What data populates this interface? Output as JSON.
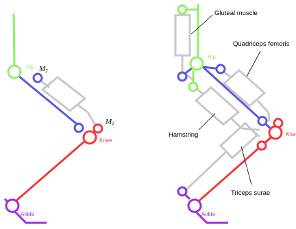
{
  "colors": {
    "hip": "#8ef06a",
    "thigh_blue": "#5858e6",
    "knee_red": "#ee3b3b",
    "ankle_purple": "#9a2fe0",
    "muscle_gray": "#c8c8c8",
    "text": "#000000"
  },
  "left_diagram": {
    "hip_label": "Hip",
    "knee_label": "Knee",
    "ankle_label": "Ankle",
    "m2_label": "M",
    "m2_sub": "2",
    "m1_label": "M",
    "m1_sub": "1"
  },
  "right_diagram": {
    "hip_label": "Hip",
    "knee_label": "Knee",
    "ankle_label": "Ankle",
    "muscles": {
      "gluteal": "Gluteal muscle",
      "quadriceps": "Quadriceps femoris",
      "hamstring": "Hamstring",
      "triceps": "Triceps surae"
    }
  }
}
